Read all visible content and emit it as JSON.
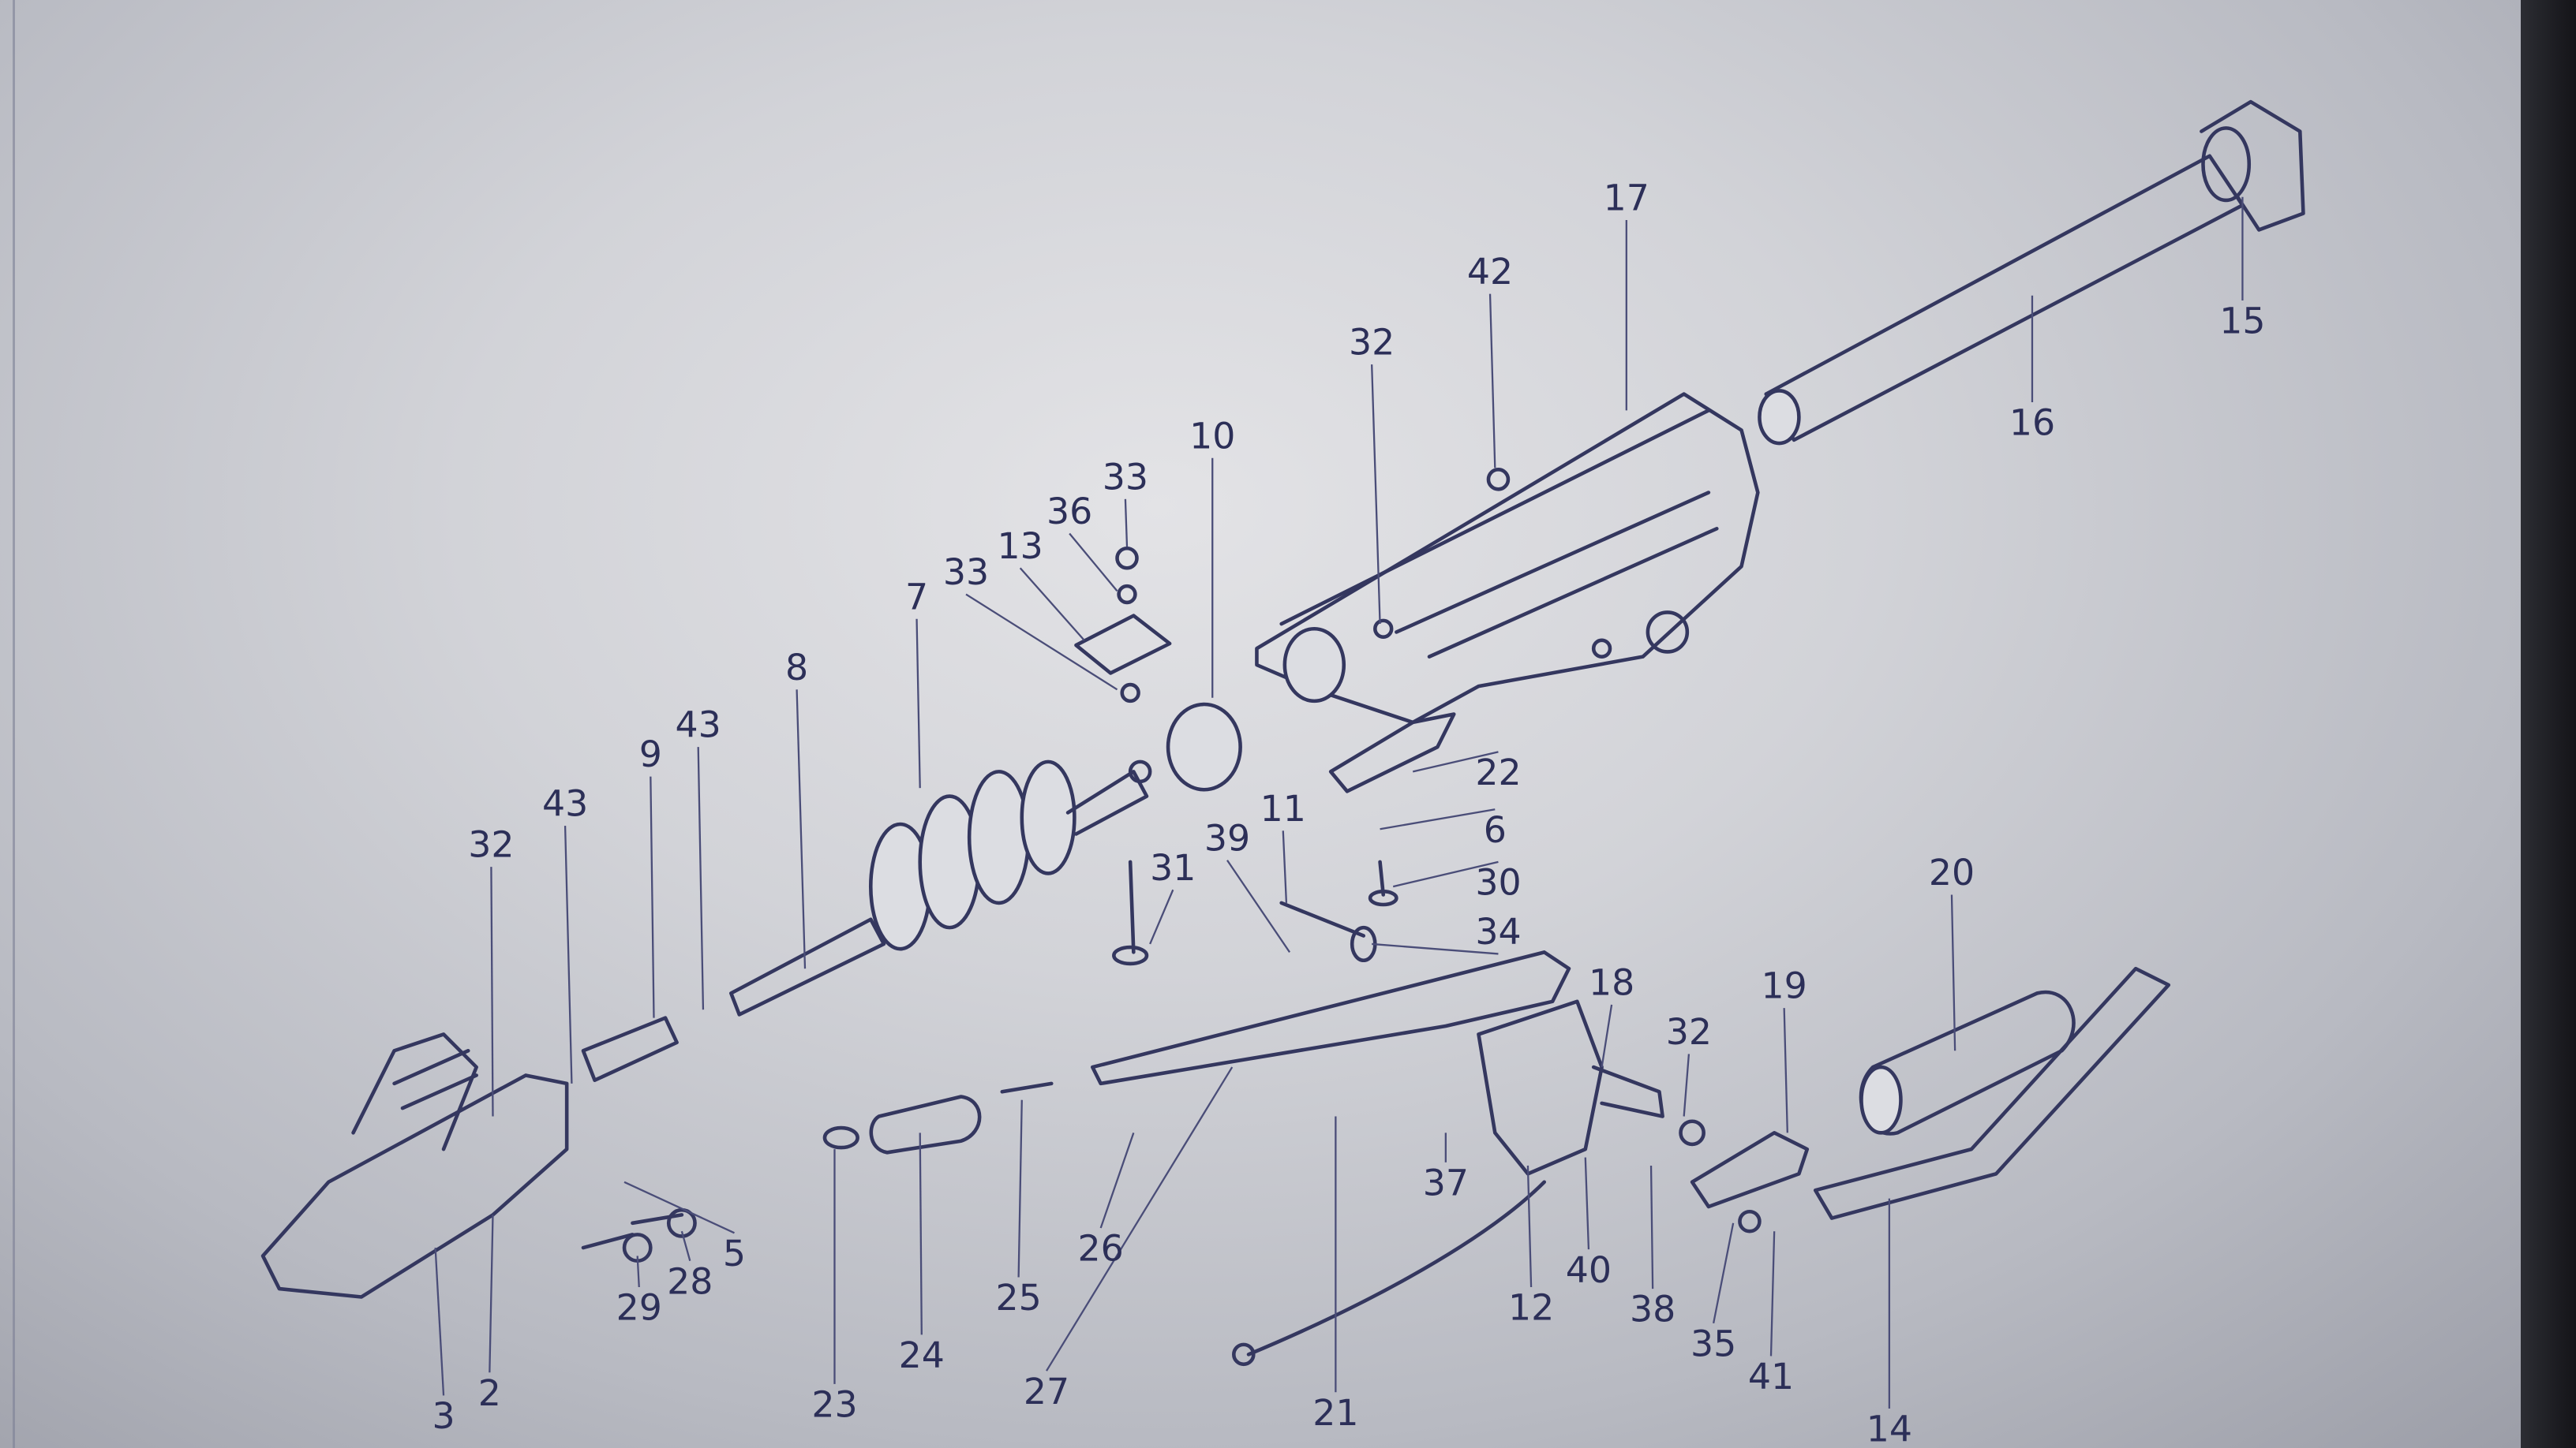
{
  "diagram": {
    "type": "exploded parts diagram",
    "labels": [
      "17",
      "42",
      "32",
      "15",
      "16",
      "10",
      "33",
      "36",
      "13",
      "33",
      "7",
      "8",
      "9",
      "43",
      "43",
      "32",
      "22",
      "6",
      "30",
      "34",
      "11",
      "39",
      "31",
      "18",
      "32",
      "19",
      "20",
      "37",
      "40",
      "12",
      "38",
      "35",
      "41",
      "14",
      "21",
      "27",
      "26",
      "25",
      "24",
      "23",
      "5",
      "28",
      "29",
      "3",
      "2"
    ]
  },
  "colors": {
    "ink": "#34375f",
    "paper": "#d6d7dc"
  }
}
